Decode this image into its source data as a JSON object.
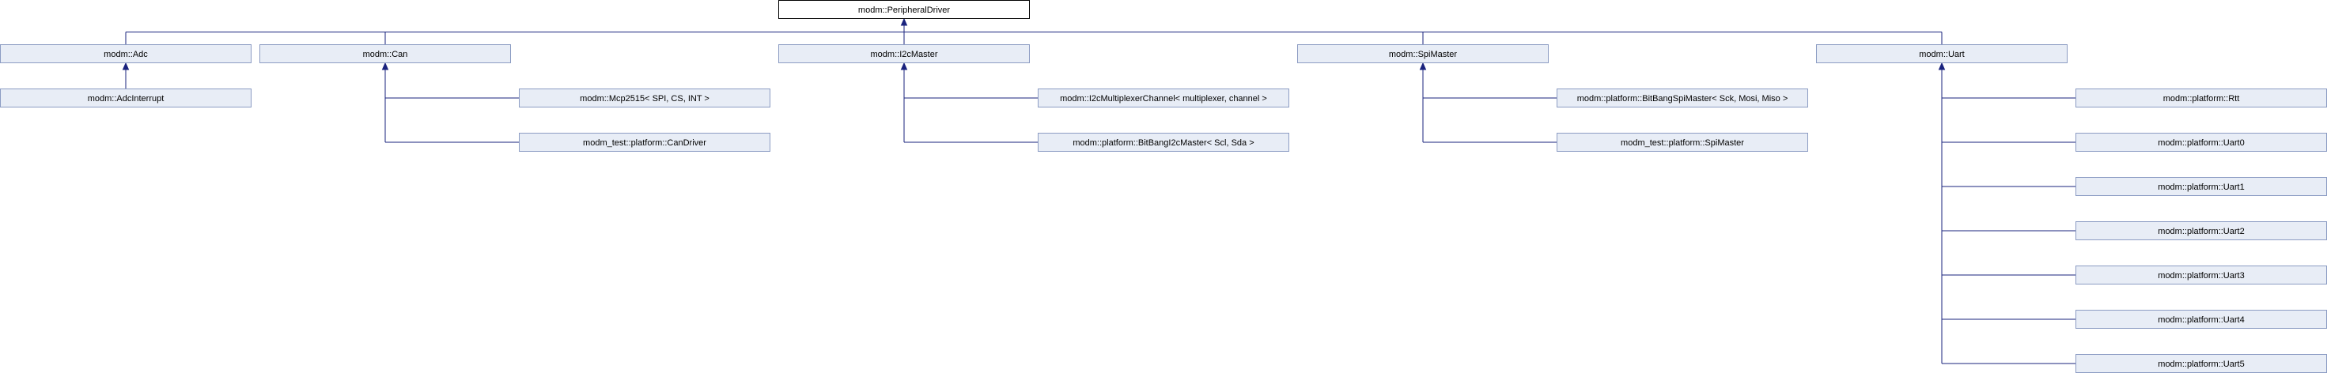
{
  "diagram": {
    "root": "modm::PeripheralDriver",
    "children": [
      {
        "label": "modm::Adc",
        "children": [
          "modm::AdcInterrupt"
        ]
      },
      {
        "label": "modm::Can",
        "children": [
          "modm::Mcp2515< SPI, CS, INT >",
          "modm_test::platform::CanDriver"
        ]
      },
      {
        "label": "modm::I2cMaster",
        "children": [
          "modm::I2cMultiplexerChannel< multiplexer, channel >",
          "modm::platform::BitBangI2cMaster< Scl, Sda >"
        ]
      },
      {
        "label": "modm::SpiMaster",
        "children": [
          "modm::platform::BitBangSpiMaster< Sck, Mosi, Miso >",
          "modm_test::platform::SpiMaster"
        ]
      },
      {
        "label": "modm::Uart",
        "children": [
          "modm::platform::Rtt",
          "modm::platform::Uart0",
          "modm::platform::Uart1",
          "modm::platform::Uart2",
          "modm::platform::Uart3",
          "modm::platform::Uart4",
          "modm::platform::Uart5"
        ]
      }
    ]
  },
  "colors": {
    "node_fill": "#e8edf6",
    "node_border": "#8c9cc3",
    "root_border": "#000000",
    "edge": "#1a237e"
  }
}
